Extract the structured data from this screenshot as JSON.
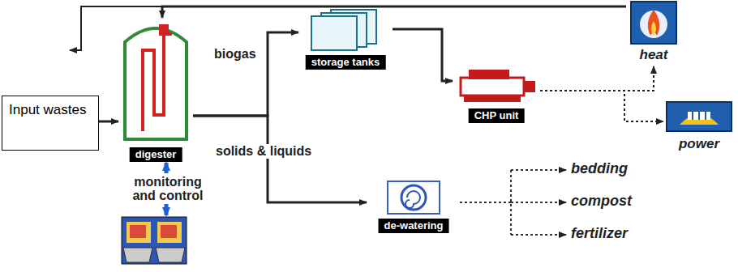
{
  "diagram": {
    "nodes": [
      {
        "text": [
          "Input wastes"
        ]
      },
      {
        "text": [
          "digester"
        ]
      },
      {
        "text": [
          "storage tanks"
        ]
      },
      {
        "text": [
          "CHP unit"
        ]
      },
      {
        "text": [
          "heat"
        ]
      },
      {
        "text": [
          "power"
        ]
      },
      {
        "text": [
          "de-watering"
        ]
      }
    ],
    "edges": [
      {
        "from": 0,
        "to": 1,
        "arrow": "to"
      },
      {
        "from": 1,
        "to": 2,
        "label": "biogas",
        "arrow": "to"
      },
      {
        "from": 2,
        "to": 3,
        "arrow": "to"
      },
      {
        "from": 3,
        "to": 4,
        "arrow": "to"
      },
      {
        "from": 3,
        "to": 5,
        "arrow": "to"
      },
      {
        "from": 1,
        "to": 6,
        "label": "solids & liquids",
        "arrow": "to"
      },
      {
        "from": 4,
        "to": 1,
        "arrow": "to"
      }
    ],
    "labels": [
      "monitoring and control",
      "bedding",
      "compost",
      "fertilizer"
    ]
  }
}
